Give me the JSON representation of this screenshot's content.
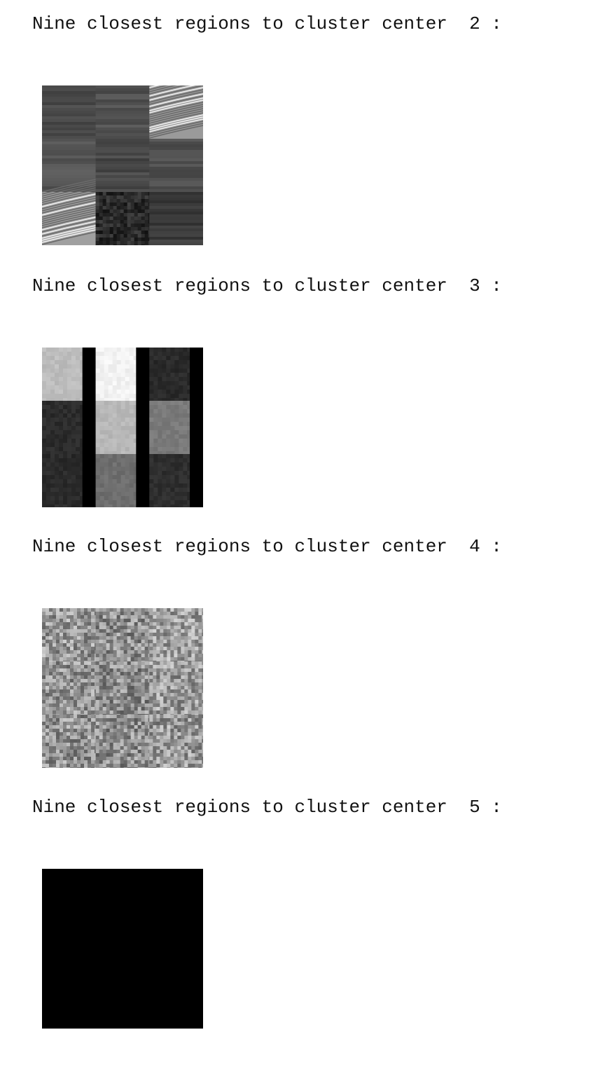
{
  "output": {
    "blocks": [
      {
        "heading": "Nine closest regions to cluster center  2 :",
        "image": {
          "tiles": [
            {
              "pattern": "bands",
              "base": "#4a4a4a"
            },
            {
              "pattern": "bands",
              "base": "#505050"
            },
            {
              "pattern": "streaks-light",
              "base": "#9a9a9a"
            },
            {
              "pattern": "bands",
              "base": "#555555"
            },
            {
              "pattern": "bands",
              "base": "#484848"
            },
            {
              "pattern": "bands",
              "base": "#505050"
            },
            {
              "pattern": "streaks-light",
              "base": "#a0a0a0"
            },
            {
              "pattern": "noise-dark",
              "base": "#2a2a2a"
            },
            {
              "pattern": "bands-dark",
              "base": "#3c3c3c"
            }
          ]
        }
      },
      {
        "heading": "Nine closest regions to cluster center  3 :",
        "image": {
          "tiles": [
            {
              "pattern": "flat-bar",
              "base": "#bdbdbd"
            },
            {
              "pattern": "flat-bar",
              "base": "#f2f2f2"
            },
            {
              "pattern": "flat-bar",
              "base": "#2a2a2a"
            },
            {
              "pattern": "flat-bar",
              "base": "#2c2c2c"
            },
            {
              "pattern": "flat-bar",
              "base": "#b8b8b8"
            },
            {
              "pattern": "flat-bar",
              "base": "#7a7a7a"
            },
            {
              "pattern": "flat-bar",
              "base": "#2a2a2a"
            },
            {
              "pattern": "flat-bar",
              "base": "#6e6e6e"
            },
            {
              "pattern": "flat-bar",
              "base": "#2e2e2e"
            }
          ]
        }
      },
      {
        "heading": "Nine closest regions to cluster center  4 :",
        "image": {
          "tiles": [
            {
              "pattern": "noise-gray",
              "base": "#9a9a9a"
            },
            {
              "pattern": "noise-gray",
              "base": "#8f8f8f"
            },
            {
              "pattern": "noise-gray",
              "base": "#a0a0a0"
            },
            {
              "pattern": "noise-gray",
              "base": "#959595"
            },
            {
              "pattern": "noise-gray",
              "base": "#8c8c8c"
            },
            {
              "pattern": "noise-gray",
              "base": "#9c9c9c"
            },
            {
              "pattern": "noise-gray",
              "base": "#939393"
            },
            {
              "pattern": "noise-gray",
              "base": "#8e8e8e"
            },
            {
              "pattern": "noise-gray",
              "base": "#9a9a9a"
            }
          ]
        }
      },
      {
        "heading": "Nine closest regions to cluster center  5 :",
        "image": {
          "tiles": [
            {
              "pattern": "solid",
              "base": "#000000"
            },
            {
              "pattern": "solid",
              "base": "#000000"
            },
            {
              "pattern": "solid",
              "base": "#000000"
            },
            {
              "pattern": "solid",
              "base": "#000000"
            },
            {
              "pattern": "solid",
              "base": "#000000"
            },
            {
              "pattern": "solid",
              "base": "#000000"
            },
            {
              "pattern": "solid",
              "base": "#000000"
            },
            {
              "pattern": "solid",
              "base": "#000000"
            },
            {
              "pattern": "solid",
              "base": "#000000"
            }
          ]
        }
      }
    ]
  }
}
